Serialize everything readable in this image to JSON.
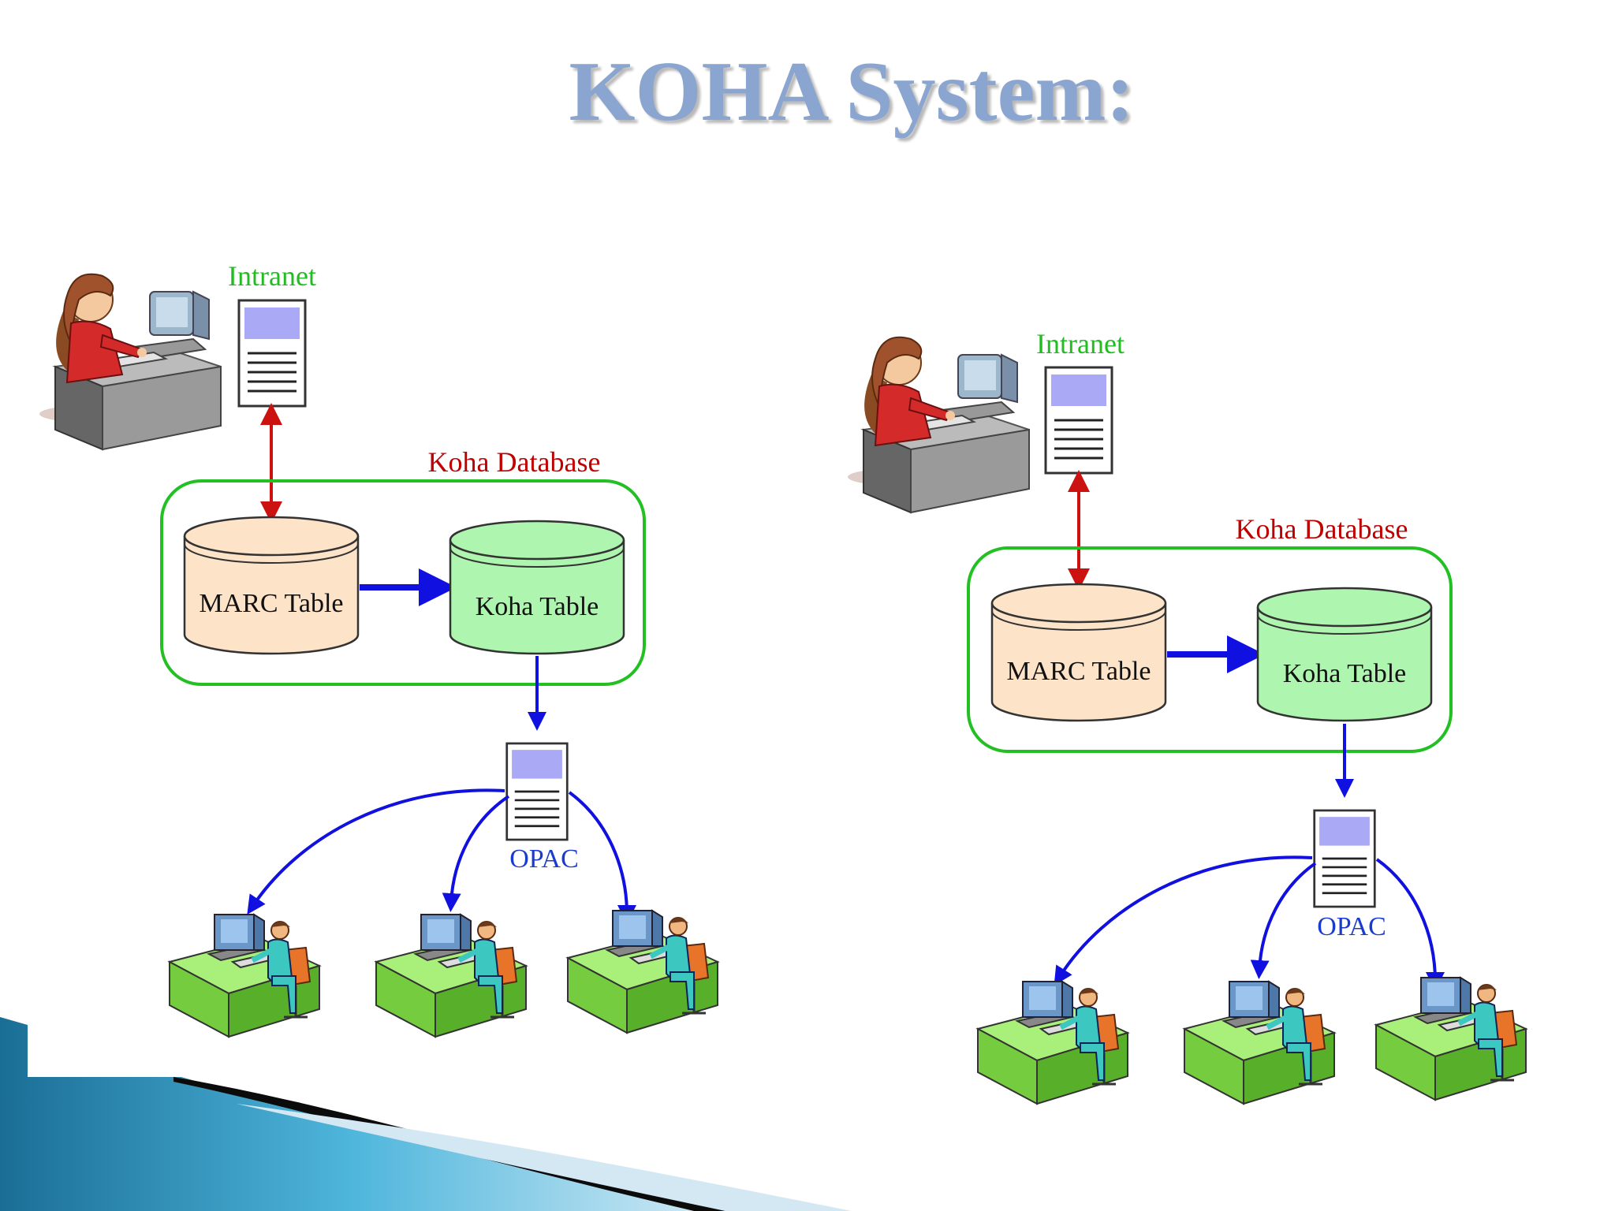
{
  "slide": {
    "title": "KOHA System:"
  },
  "diagrams": [
    {
      "intranet_label": "Intranet",
      "database_label": "Koha Database",
      "marc_table_label": "MARC Table",
      "koha_table_label": "Koha Table",
      "opac_label": "OPAC"
    },
    {
      "intranet_label": "Intranet",
      "database_label": "Koha Database",
      "marc_table_label": "MARC Table",
      "koha_table_label": "Koha Table",
      "opac_label": "OPAC"
    }
  ],
  "colors": {
    "title": "#8aa6d0",
    "intranet_label": "#22bb22",
    "database_label": "#c00000",
    "database_border": "#22c022",
    "marc_table_fill": "#fde3c8",
    "koha_table_fill": "#aef5b0",
    "flow_arrow": "#1010e0",
    "intranet_arrow": "#cc1111",
    "opac_label": "#1a3bd0",
    "workstation_desk": "#88e05a"
  }
}
